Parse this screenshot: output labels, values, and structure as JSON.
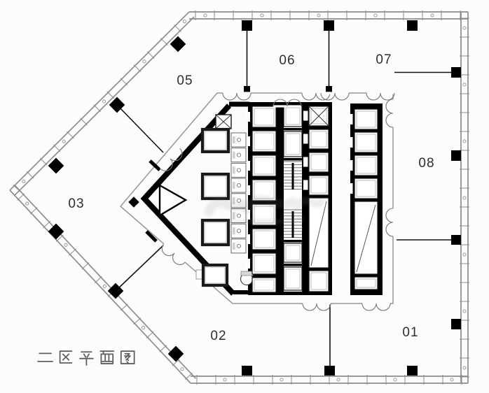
{
  "title": "二区平面图",
  "zones": [
    {
      "id": "zone-01",
      "label": "01"
    },
    {
      "id": "zone-02",
      "label": "02"
    },
    {
      "id": "zone-03",
      "label": "03"
    },
    {
      "id": "zone-05",
      "label": "05"
    },
    {
      "id": "zone-06",
      "label": "06"
    },
    {
      "id": "zone-07",
      "label": "07"
    },
    {
      "id": "zone-08",
      "label": "08"
    }
  ],
  "colors": {
    "wall_black": "#000000",
    "curtain_wall_gray": "#8d8d8d",
    "corridor_gray": "#979797",
    "label_ink": "#2e2e2e",
    "title_ink": "#5e5e5e",
    "background": "#fcfcfb"
  }
}
